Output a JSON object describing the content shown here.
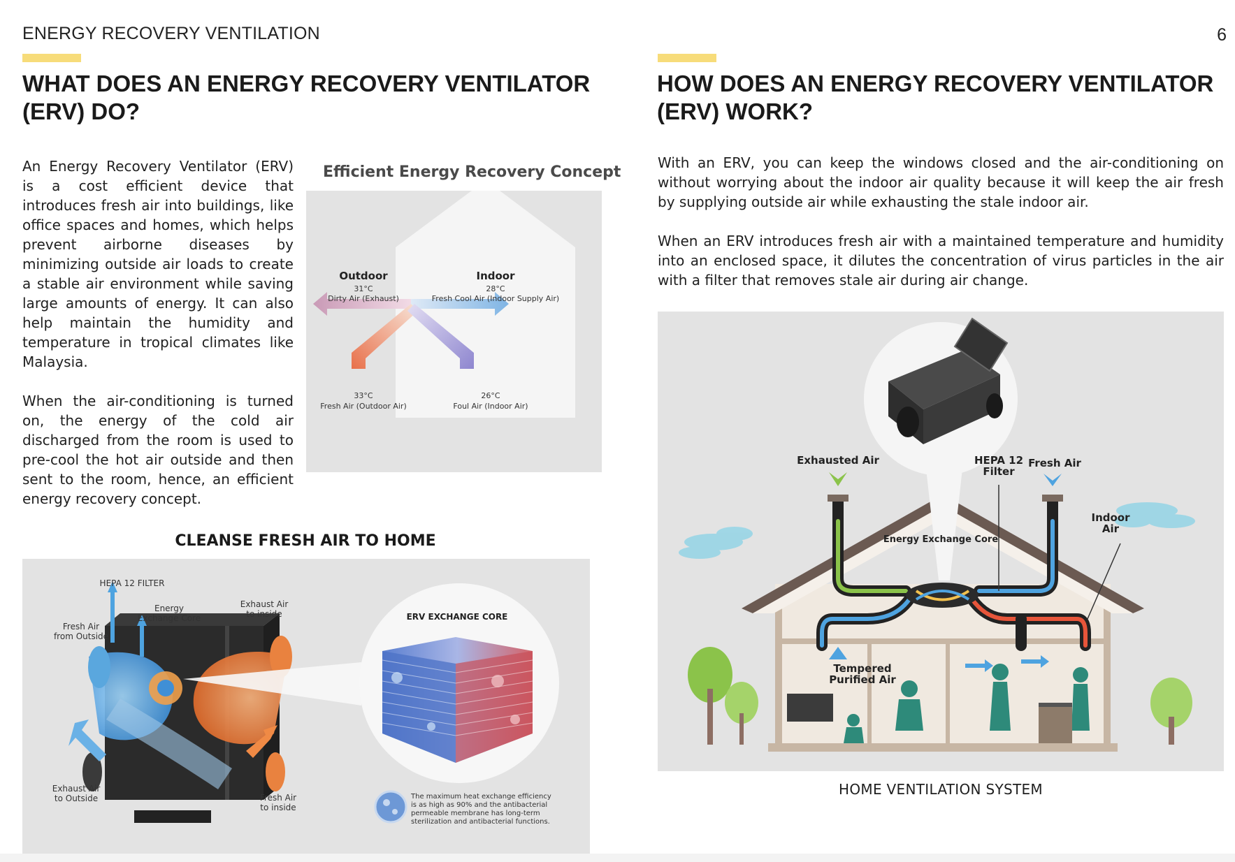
{
  "header": {
    "running_title": "ENERGY RECOVERY VENTILATION",
    "page_number": "6"
  },
  "left": {
    "heading_line1": "WHAT DOES AN ENERGY RECOVERY VENTILATOR",
    "heading_line2": "(ERV) DO?",
    "paragraph1": "An Energy Recovery Ventilator (ERV) is a cost efficient device that introduces fresh air into buildings, like office spaces and homes, which helps prevent airborne diseases by minimizing outside air loads to create a stable air environment while saving large amounts of energy. It can also help maintain the humidity and temperature in tropical climates like Malaysia.",
    "paragraph2": "When the air-conditioning is turned on, the energy of the cold air discharged from the room is used to pre-cool the hot air outside and then sent to the room, hence, an efficient energy recovery concept."
  },
  "concept_figure": {
    "title": "Efficient Energy Recovery Concept",
    "outdoor_heading": "Outdoor",
    "outdoor_temp": "31°C",
    "outdoor_desc": "Dirty Air (Exhaust)",
    "indoor_heading": "Indoor",
    "indoor_temp": "28°C",
    "indoor_desc": "Fresh Cool Air (Indoor Supply Air)",
    "bottom_left_temp": "33°C",
    "bottom_left_desc": "Fresh Air (Outdoor Air)",
    "bottom_right_temp": "26°C",
    "bottom_right_desc": "Foul Air (Indoor Air)"
  },
  "cleanse_figure": {
    "title": "CLEANSE FRESH AIR TO HOME",
    "hepa": "HEPA 12 FILTER",
    "core_line1": "Energy",
    "core_line2": "Exchange Core",
    "exhaust_in_line1": "Exhaust Air",
    "exhaust_in_line2": "to inside",
    "fresh_out_line1": "Fresh Air",
    "fresh_out_line2": "from Outside",
    "exhaust_out_line1": "Exhaust Air",
    "exhaust_out_line2": "to Outside",
    "fresh_in_line1": "Fresh Air",
    "fresh_in_line2": "to inside",
    "zoom_title": "ERV EXCHANGE CORE",
    "note_line1": "The maximum heat exchange efficiency",
    "note_line2": "is as high as 90% and the antibacterial",
    "note_line3": "permeable membrane has long-term",
    "note_line4": "sterilization and antibacterial functions."
  },
  "right": {
    "heading_line1": "HOW DOES AN ENERGY RECOVERY VENTILATOR",
    "heading_line2": "(ERV) WORK?",
    "paragraph1": "With an ERV, you can keep the windows closed and the air-conditioning on without worrying about the indoor air quality because it will keep the air fresh by supplying outside air while exhausting the stale indoor air.",
    "paragraph2": "When an ERV introduces fresh air with a maintained temperature and humidity into an enclosed space, it dilutes the concentration of virus particles in the air with a filter that removes stale air during air change."
  },
  "house_figure": {
    "exhausted_air": "Exhausted Air",
    "hepa_line1": "HEPA 12",
    "hepa_line2": "Filter",
    "fresh_air": "Fresh Air",
    "indoor_line1": "Indoor",
    "indoor_line2": "Air",
    "core": "Energy Exchange Core",
    "tempered_line1": "Tempered",
    "tempered_line2": "Purified Air",
    "caption": "HOME VENTILATION SYSTEM"
  },
  "colors": {
    "accent": "#f7dc7a",
    "panel": "#e3e3e3",
    "warm": "#e9823f",
    "cool": "#5aa7de",
    "figure_green": "#2e8a7a"
  }
}
